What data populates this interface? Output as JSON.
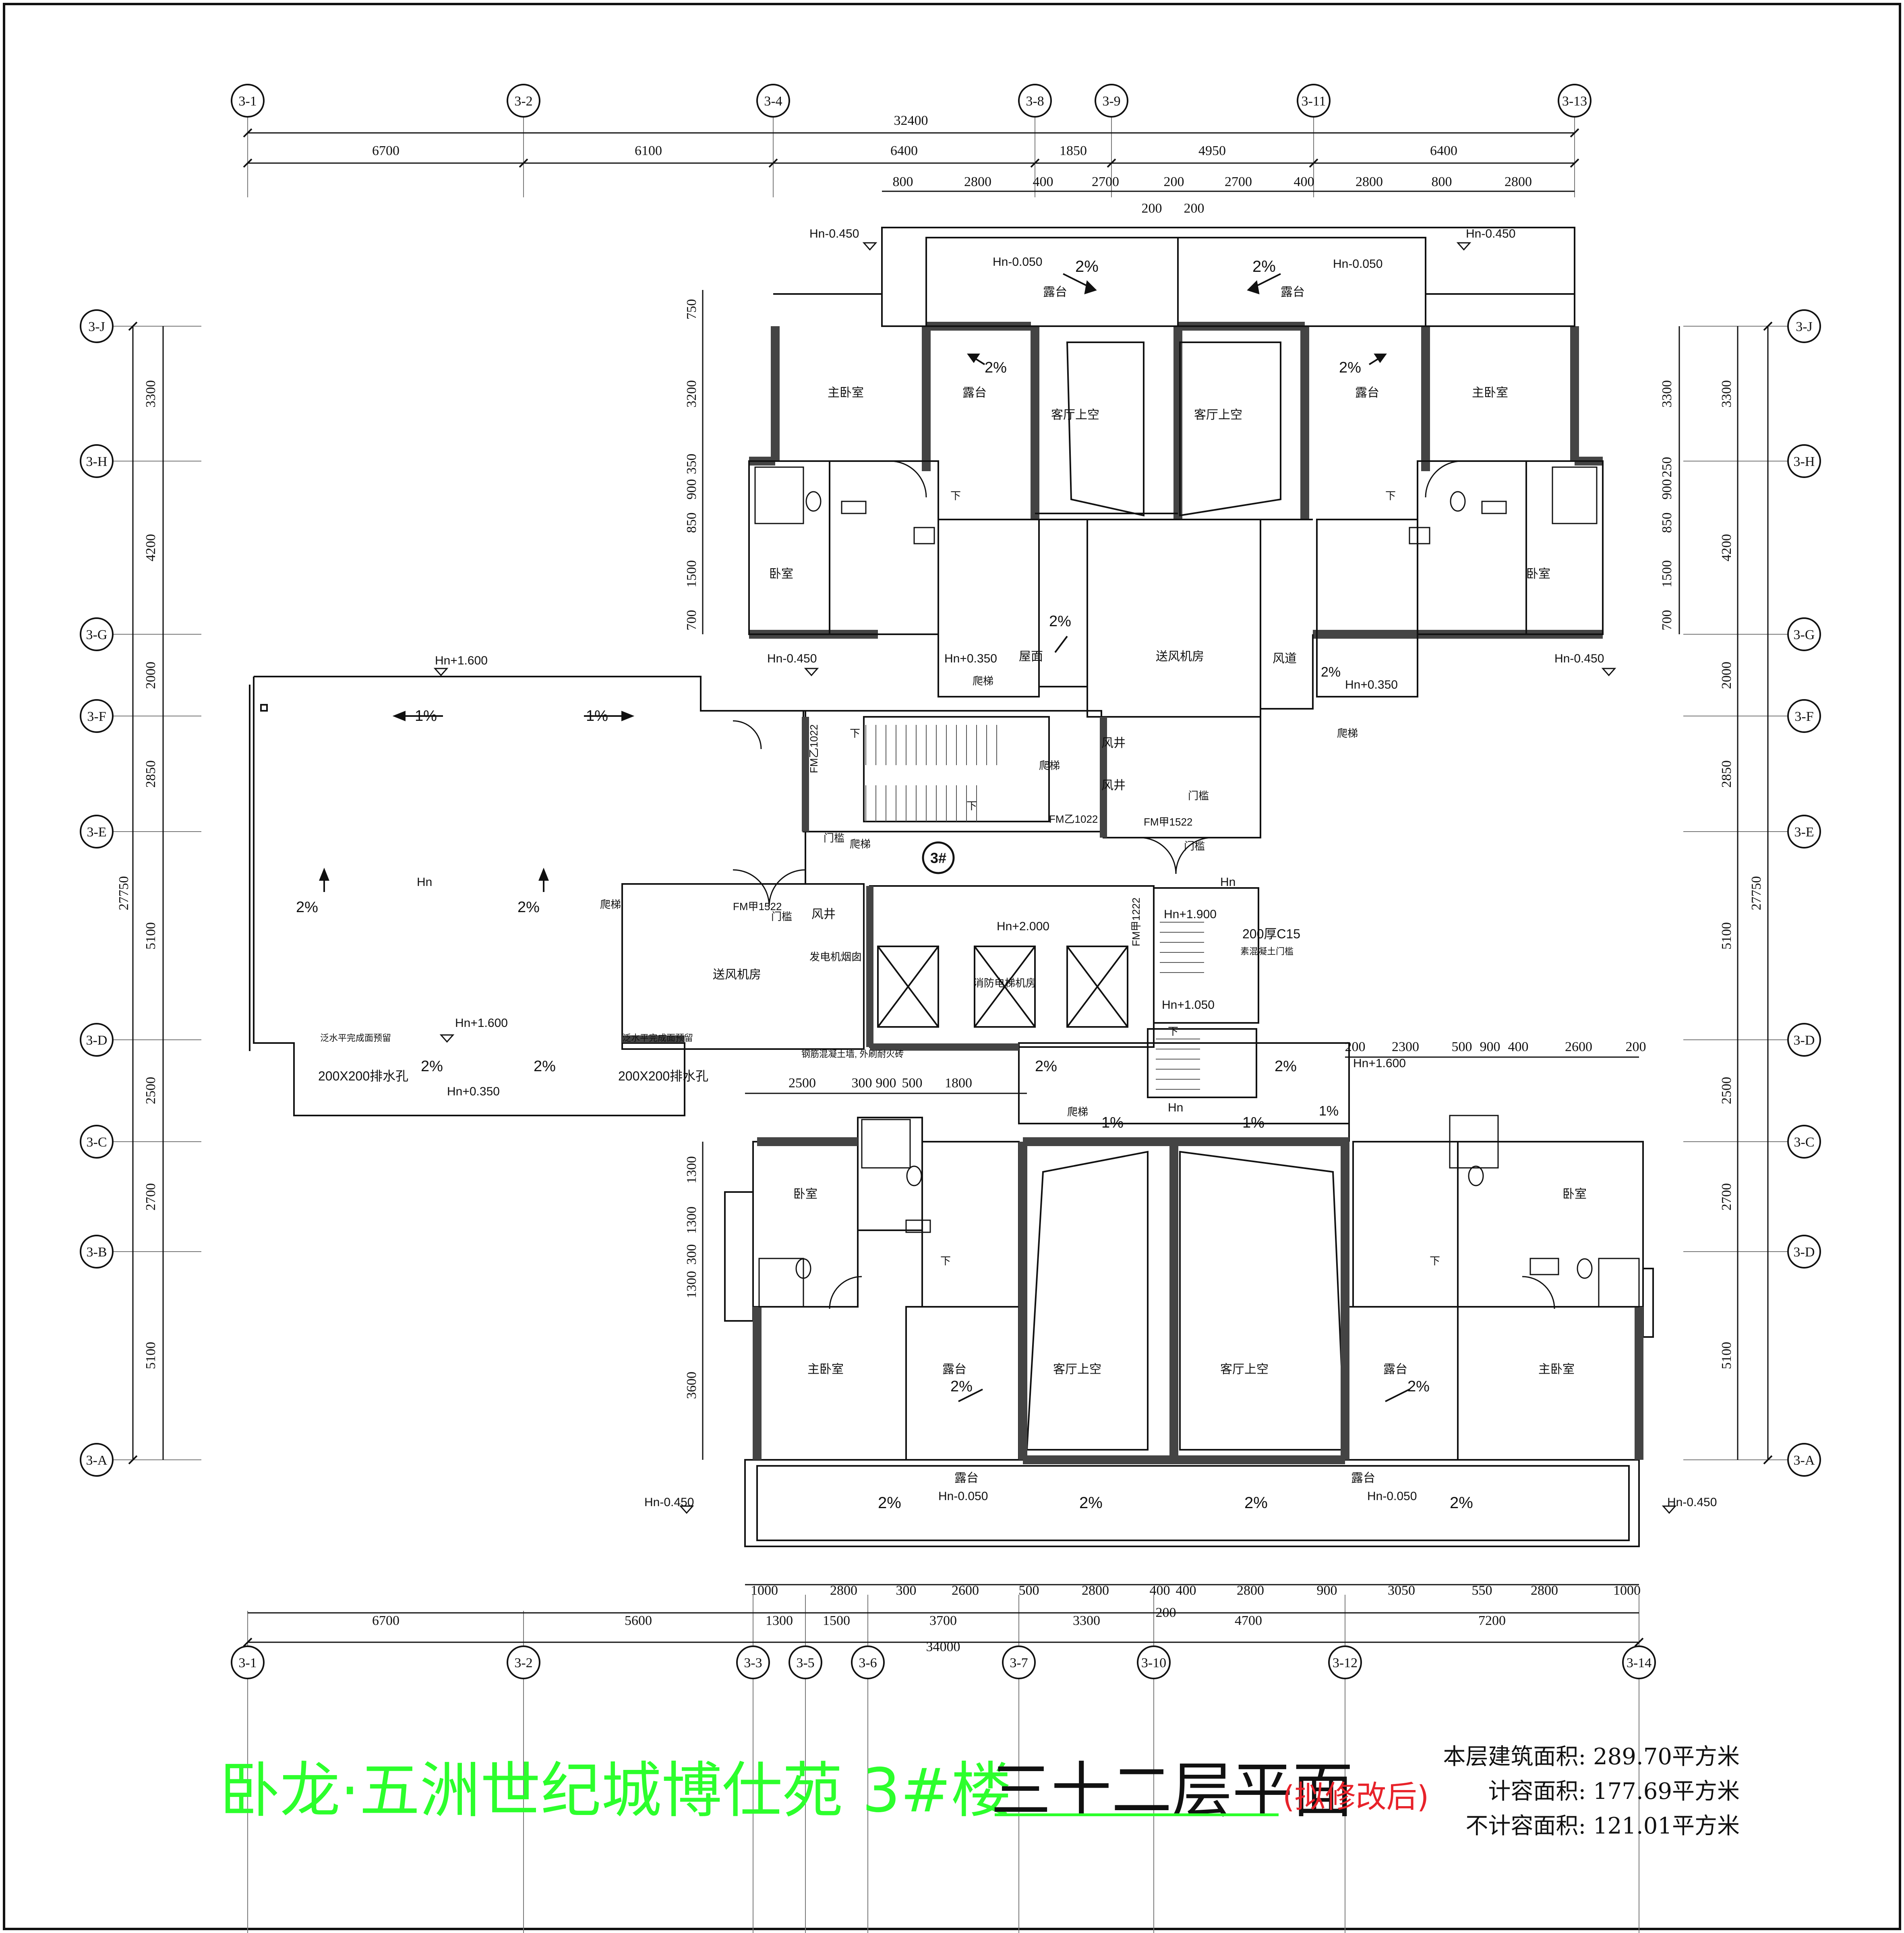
{
  "title": {
    "main": "卧龙·五洲世纪城博仕苑 3#楼",
    "sub": "三十二层平面",
    "note": "(拟修改后)"
  },
  "areas": [
    "本层建筑面积: 289.70平方米",
    "计容面积: 177.69平方米",
    "不计容面积: 121.01平方米"
  ],
  "axes": {
    "top": [
      "3-1",
      "3-2",
      "3-4",
      "3-8",
      "3-9",
      "3-11",
      "3-13"
    ],
    "bottom": [
      "3-1",
      "3-2",
      "3-3",
      "3-5",
      "3-6",
      "3-7",
      "3-10",
      "3-12",
      "3-14"
    ],
    "left": [
      "3-J",
      "3-H",
      "3-G",
      "3-F",
      "3-E",
      "3-D",
      "3-C",
      "3-B",
      "3-A"
    ],
    "right": [
      "3-J",
      "3-H",
      "3-G",
      "3-F",
      "3-E",
      "3-D",
      "3-C",
      "3-D",
      "3-A"
    ]
  },
  "dimensions": {
    "top_total": "32400",
    "top_row1": [
      "6700",
      "6100",
      "6400",
      "1850",
      "4950",
      "6400"
    ],
    "top_row2": [
      "800",
      "2800",
      "400",
      "2700",
      "200",
      "2700",
      "400",
      "2800",
      "800",
      "2800"
    ],
    "top_row3": [
      "200",
      "200"
    ],
    "bottom_total": "34000",
    "bottom_row1": [
      "6700",
      "5600",
      "1300",
      "1500",
      "3700",
      "3300",
      "4700",
      "7200"
    ],
    "bottom_row2": [
      "1000",
      "2800",
      "300",
      "2600",
      "500",
      "2800",
      "400",
      "400",
      "2800",
      "900",
      "3050",
      "550",
      "2800",
      "1000"
    ],
    "bottom_row3": [
      "200"
    ],
    "left_total": "27750",
    "left_outer": [
      "3300",
      "4200",
      "2000",
      "2850",
      "5100",
      "2500",
      "2700",
      "5100"
    ],
    "left_inner_top": [
      "750",
      "3200",
      "350",
      "900",
      "850",
      "1500",
      "700"
    ],
    "left_inner_bottom": [
      "1300",
      "1300",
      "300",
      "1300",
      "3600"
    ],
    "right_total": "27750",
    "right_outer": [
      "3300",
      "4200",
      "2000",
      "2850",
      "5100",
      "2500",
      "2700",
      "5100"
    ],
    "right_inner": [
      "3300",
      "250",
      "900",
      "850",
      "1500",
      "700"
    ],
    "mid_right": [
      "200",
      "2300",
      "500",
      "900",
      "400",
      "2600",
      "200"
    ],
    "mid_left": [
      "2500",
      "300",
      "900",
      "500",
      "1800"
    ]
  },
  "rooms": {
    "terrace": "露台",
    "master_bedroom": "主卧室",
    "bedroom": "卧室",
    "living_void": "客厅上空",
    "fan_room": "送风机房",
    "air_shaft_roof": "风道",
    "roof_surface": "屋面",
    "fire_elevator_room": "消防电梯机房",
    "generator_room": "发电机烟囱",
    "wind_well": "风井",
    "door_label": "门槛"
  },
  "marks": {
    "hn_m0450": "Hn-0.450",
    "hn_m0050": "Hn-0.050",
    "hn": "Hn",
    "hn_p0350": "Hn+0.350",
    "hn_p1600": "Hn+1.600",
    "hn_p2000": "Hn+2.000",
    "hn_p1900": "Hn+1.900",
    "hn_p1050": "Hn+1.050",
    "slope2": "2%",
    "slope1": "1%",
    "down": "下",
    "ladder": "爬梯",
    "building_no": "3#",
    "fm1022": "FM乙1022",
    "fm1522": "FM甲1522",
    "fm1222": "FM甲1222",
    "hole200": "200X200排水孔",
    "reserve_note": "泛水平完成面预留",
    "c15": "200厚C15",
    "c15_note": "素混凝土门槛",
    "steel_note": "钢筋混凝土墙, 外刷耐火砖"
  },
  "colors": {
    "title_green": "#2cff2c",
    "note_red": "#e8222a",
    "wall": "#444444",
    "line": "#111111"
  }
}
